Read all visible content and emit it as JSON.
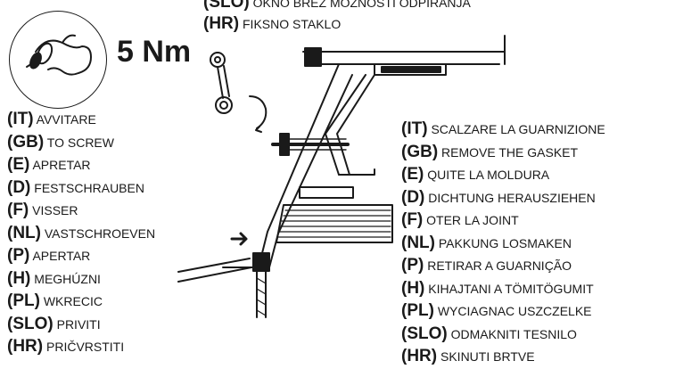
{
  "header": {
    "slo": {
      "code": "(SLO)",
      "text": "OKNO BREZ MOŽNOSTI ODPIRANJA"
    },
    "hr": {
      "code": "(HR)",
      "text": "FIKSNO STAKLO"
    }
  },
  "torque": {
    "value": "5 Nm",
    "icon": "hand-screwdriver-icon"
  },
  "screw_instructions": [
    {
      "code": "(IT)",
      "text": "AVVITARE"
    },
    {
      "code": "(GB)",
      "text": "TO SCREW"
    },
    {
      "code": "(E)",
      "text": "APRETAR"
    },
    {
      "code": "(D)",
      "text": "FESTSCHRAUBEN"
    },
    {
      "code": "(F)",
      "text": "VISSER"
    },
    {
      "code": "(NL)",
      "text": "VASTSCHROEVEN"
    },
    {
      "code": "(P)",
      "text": "APERTAR"
    },
    {
      "code": "(H)",
      "text": "MEGHÚZNI"
    },
    {
      "code": "(PL)",
      "text": "WKRECIC"
    },
    {
      "code": "(SLO)",
      "text": "PRIVITI"
    },
    {
      "code": "(HR)",
      "text": "PRIČVRSTITI"
    }
  ],
  "gasket_instructions": [
    {
      "code": "(IT)",
      "text": "SCALZARE LA GUARNIZIONE"
    },
    {
      "code": "(GB)",
      "text": "REMOVE THE GASKET"
    },
    {
      "code": "(E)",
      "text": "QUITE LA MOLDURA"
    },
    {
      "code": "(D)",
      "text": "DICHTUNG HERAUSZIEHEN"
    },
    {
      "code": "(F)",
      "text": "OTER LA JOINT"
    },
    {
      "code": "(NL)",
      "text": "PAKKUNG LOSMAKEN"
    },
    {
      "code": "(P)",
      "text": "RETIRAR A GUARNIÇÃO"
    },
    {
      "code": "(H)",
      "text": "KIHAJTANI A TÖMITÖGUMIT"
    },
    {
      "code": "(PL)",
      "text": "WYCIAGNAC USZCZELKE"
    },
    {
      "code": "(SLO)",
      "text": "ODMAKNITI TESNILO"
    },
    {
      "code": "(HR)",
      "text": "SKINUTI BRTVE"
    }
  ]
}
